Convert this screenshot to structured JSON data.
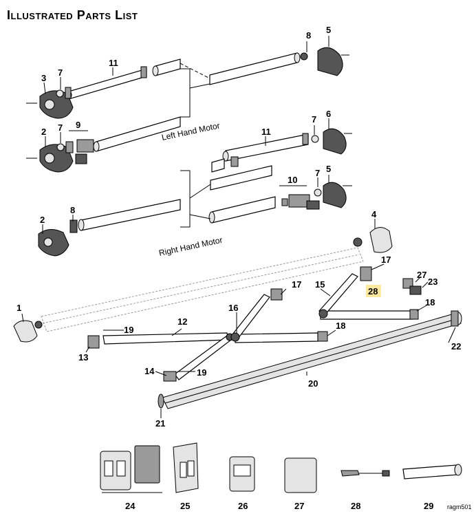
{
  "title": "Illustrated Parts List",
  "captions": {
    "left_hand_motor": "Left Hand Motor",
    "right_hand_motor": "Right Hand Motor"
  },
  "callouts": {
    "c1": "1",
    "c2a": "2",
    "c2b": "2",
    "c3": "3",
    "c4": "4",
    "c5a": "5",
    "c5b": "5",
    "c6": "6",
    "c7a": "7",
    "c7b": "7",
    "c7c": "7",
    "c7d": "7",
    "c8a": "8",
    "c8b": "8",
    "c9": "9",
    "c10": "10",
    "c11a": "11",
    "c11b": "11",
    "c12": "12",
    "c13": "13",
    "c14": "14",
    "c15": "15",
    "c16": "16",
    "c17a": "17",
    "c17b": "17",
    "c18a": "18",
    "c18b": "18",
    "c19a": "19",
    "c19b": "19",
    "c20": "20",
    "c21": "21",
    "c22": "22",
    "c23": "23",
    "c24": "24",
    "c25": "25",
    "c26": "26",
    "c27a": "27",
    "c27b": "27",
    "c28a": "28",
    "c28b": "28",
    "c29": "29"
  },
  "highlight_callout": "c28a",
  "highlight_color": "#fde8a0",
  "figure_ref": "ragm501"
}
